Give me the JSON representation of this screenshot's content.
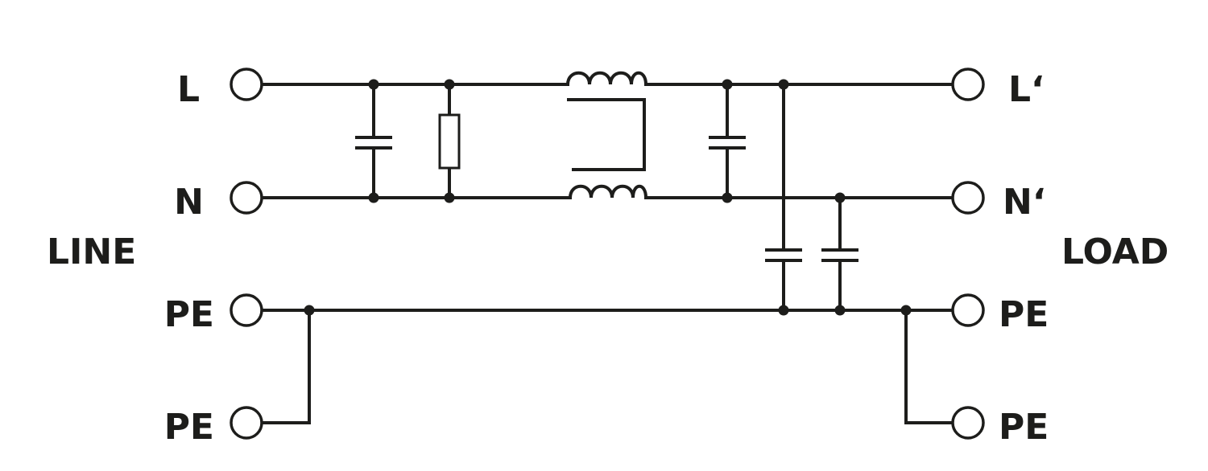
{
  "diagram": {
    "side_labels": {
      "line": "LINE",
      "load": "LOAD"
    },
    "input_terminals": [
      "L",
      "N",
      "PE",
      "PE"
    ],
    "output_terminals": [
      "L‘",
      "N‘",
      "PE",
      "PE"
    ],
    "colors": {
      "ink": "#1d1d1b",
      "background": "#ffffff"
    }
  }
}
